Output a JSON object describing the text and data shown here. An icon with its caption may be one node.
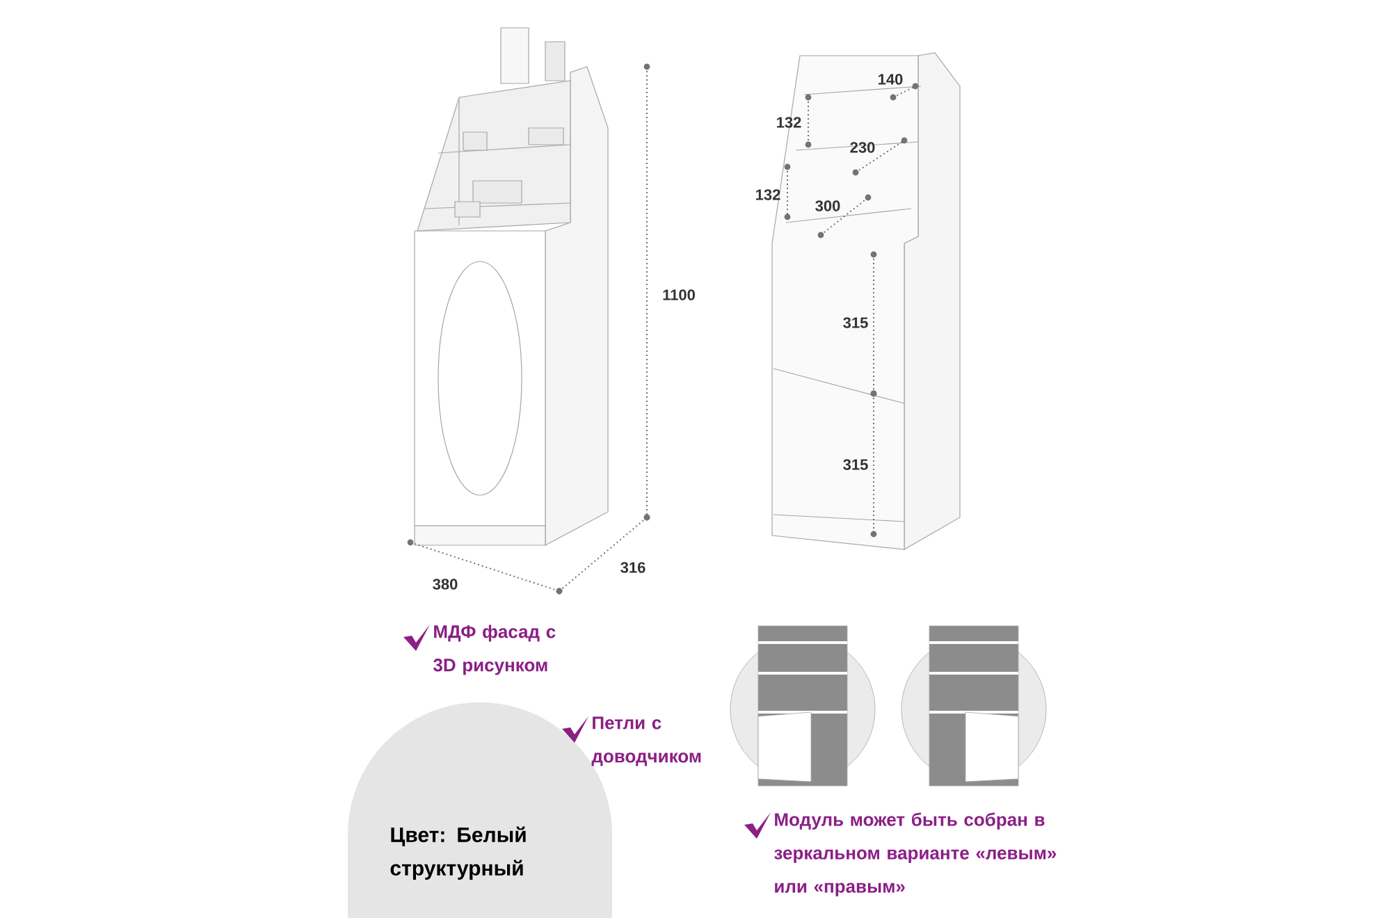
{
  "diagram": {
    "labels": [
      "140",
      "132",
      "230",
      "132",
      "300",
      "1100",
      "315",
      "315",
      "380",
      "316",
      "МДФ фасад с 3D рисунком",
      "Петли с доводчиком",
      "Цвет: Белый структурный",
      "Модуль может быть собран в зеркальном варианте «левым» или «правым»"
    ]
  }
}
